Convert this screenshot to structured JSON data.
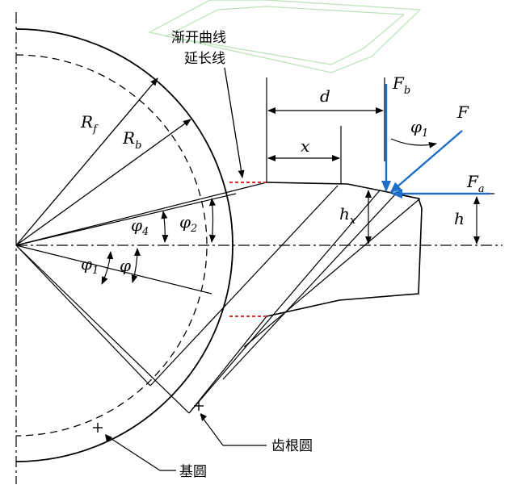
{
  "labels": {
    "involute_ext_line1": "渐开曲线",
    "involute_ext_line2": "延长线",
    "root_circle": "齿根圆",
    "base_circle": "基圆",
    "Rf_main": "R",
    "Rf_sub": "f",
    "Rb_main": "R",
    "Rb_sub": "b",
    "phi": "φ",
    "phi1_main": "φ",
    "phi1_sub": "1",
    "phi2_main": "φ",
    "phi2_sub": "2",
    "phi4_main": "φ",
    "phi4_sub": "4",
    "phi1_top_main": "φ",
    "phi1_top_sub": "1",
    "d": "d",
    "x": "x",
    "hx_main": "h",
    "hx_sub": "x",
    "h": "h",
    "F": "F",
    "Fb_main": "F",
    "Fb_sub": "b",
    "Fa_main": "F",
    "Fa_sub": "a"
  },
  "colors": {
    "line": "#000000",
    "force": "#1f6fc8",
    "base_line_dash": "#e0312f",
    "watermark": "#b9e2b9"
  }
}
